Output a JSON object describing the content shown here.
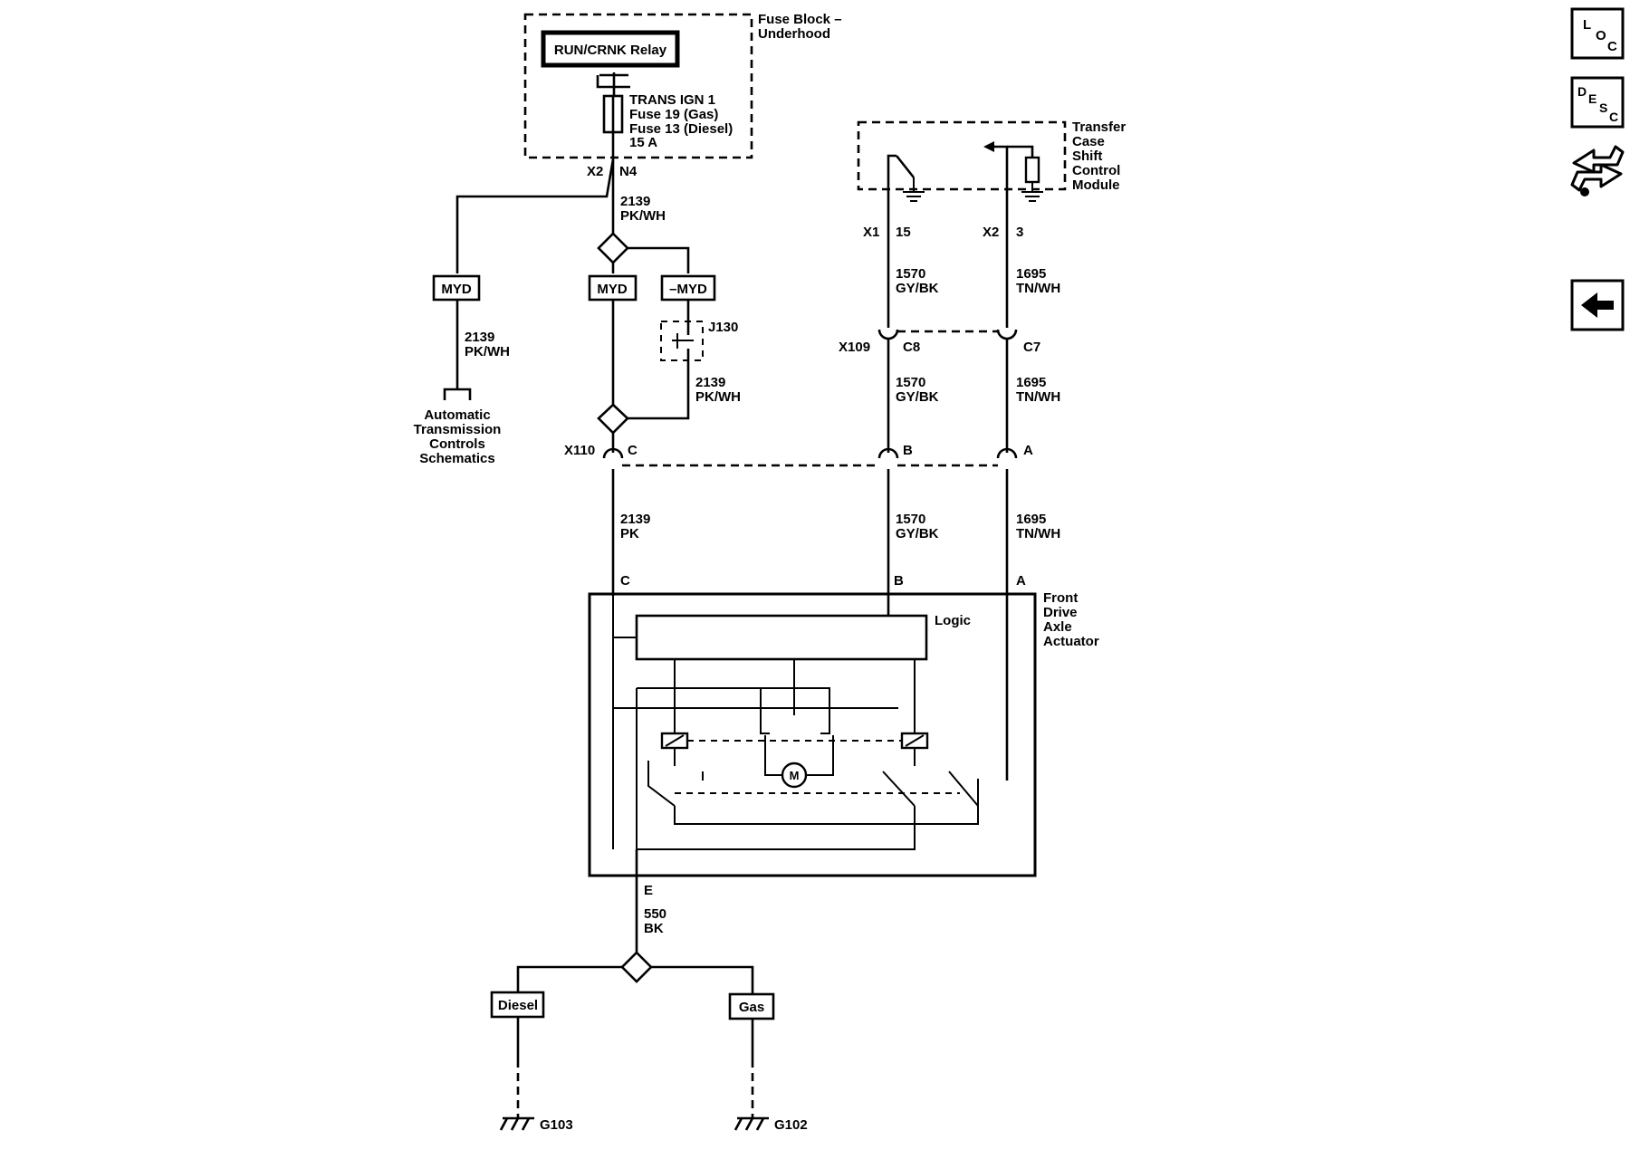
{
  "fuse_block": {
    "title_line1": "Fuse Block –",
    "title_line2": "Underhood",
    "relay": "RUN/CRNK Relay",
    "fuse_line1": "TRANS IGN 1",
    "fuse_line2": "Fuse 19 (Gas)",
    "fuse_line3": "Fuse 13 (Diesel)",
    "fuse_line4": "15 A",
    "conn_x2": "X2",
    "pin_n4": "N4"
  },
  "tccm": {
    "line1": "Transfer",
    "line2": "Case",
    "line3": "Shift",
    "line4": "Control",
    "line5": "Module",
    "conn_x1": "X1",
    "pin_15": "15",
    "conn_x2": "X2",
    "pin_3": "3"
  },
  "options": {
    "myd_left": "MYD",
    "myd_mid": "MYD",
    "myd_neg": "–MYD",
    "diesel": "Diesel",
    "gas": "Gas"
  },
  "jumper": "J130",
  "wires": {
    "w2139_num": "2139",
    "w2139_color": "PK/WH",
    "w2139_left_num": "2139",
    "w2139_left_color": "PK/WH",
    "w2139_j130_num": "2139",
    "w2139_j130_color": "PK/WH",
    "w2139_pk_num": "2139",
    "w2139_pk_color": "PK",
    "w1570_top_num": "1570",
    "w1570_top_color": "GY/BK",
    "w1570_mid_num": "1570",
    "w1570_mid_color": "GY/BK",
    "w1570_bot_num": "1570",
    "w1570_bot_color": "GY/BK",
    "w1695_top_num": "1695",
    "w1695_top_color": "TN/WH",
    "w1695_mid_num": "1695",
    "w1695_mid_color": "TN/WH",
    "w1695_bot_num": "1695",
    "w1695_bot_color": "TN/WH",
    "w550_num": "550",
    "w550_color": "BK"
  },
  "atcs": {
    "line1": "Automatic",
    "line2": "Transmission",
    "line3": "Controls",
    "line4": "Schematics"
  },
  "connectors": {
    "x109": "X109",
    "x109_c8": "C8",
    "x109_c7": "C7",
    "x110": "X110",
    "x110_c": "C",
    "x110_b": "B",
    "x110_a": "A"
  },
  "actuator": {
    "line1": "Front",
    "line2": "Drive",
    "line3": "Axle",
    "line4": "Actuator",
    "logic": "Logic",
    "motor": "M",
    "pin_c": "C",
    "pin_b": "B",
    "pin_a": "A",
    "pin_e": "E"
  },
  "grounds": {
    "g103": "G103",
    "g102": "G102"
  },
  "nav": {
    "loc_l": "L",
    "loc_o": "O",
    "loc_c": "C",
    "desc_d": "D",
    "desc_e": "E",
    "desc_s": "S",
    "desc_c": "C"
  }
}
